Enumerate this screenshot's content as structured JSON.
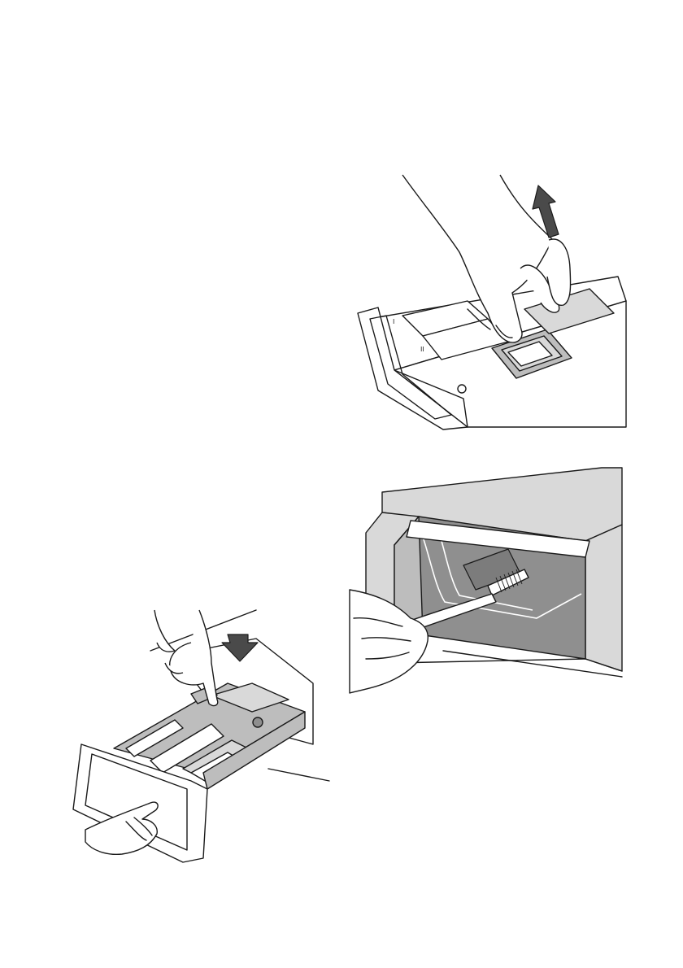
{
  "page": {
    "figures": [
      {
        "id": "fig-remove-insert",
        "icon": "upward-arrow-icon"
      },
      {
        "id": "fig-brush-recess",
        "icon": "brush-icon"
      },
      {
        "id": "fig-press-down",
        "icon": "downward-arrow-icon"
      }
    ]
  },
  "colors": {
    "line": "#1a1a1a",
    "light_grey": "#d9d9d9",
    "mid_grey": "#bdbdbd",
    "dark_grey": "#8f8f8f",
    "arrow": "#4a4a4a"
  }
}
